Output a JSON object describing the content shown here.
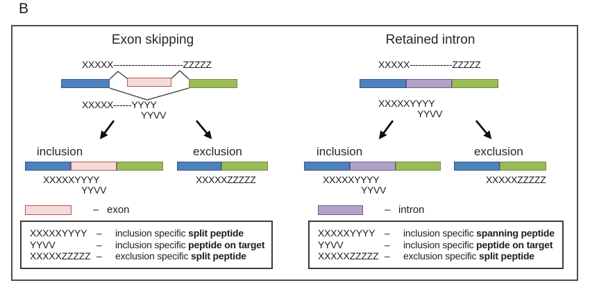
{
  "figure_label": "B",
  "colors": {
    "flanking_exon_blue": "#4f81bd",
    "flanking_exon_blue_border": "#36598c",
    "alternative_exon_pink": "#f2dcdb",
    "alternative_exon_pink_border": "#c0504d",
    "flanking_exon_green": "#9bbb59",
    "flanking_exon_green_border": "#71893f",
    "intron_purple": "#b2a2c7",
    "intron_purple_border": "#6e5a92",
    "line_color": "#3d3d3d",
    "arrow_color": "#0d0d0d"
  },
  "panels": [
    {
      "title": "Exon skipping",
      "pre_mrna": "XXXXX-----------------------ZZZZZ",
      "splice_line1": "XXXXX------YYYY",
      "splice_line2": "YYVV",
      "inclusion_label": "inclusion",
      "inclusion_line1": "XXXXXYYYY",
      "inclusion_line2": "YYVV",
      "exclusion_label": "exclusion",
      "exclusion_line1": "XXXXXZZZZZ",
      "feature_dash": "–",
      "feature_label": "exon",
      "legend": [
        {
          "code": "XXXXXYYYY",
          "dash": "–",
          "prefix": "inclusion specific ",
          "bold": "split peptide"
        },
        {
          "code": "YYVV",
          "dash": "–",
          "prefix": "inclusion specific ",
          "bold": "peptide on target"
        },
        {
          "code": "XXXXXZZZZZ",
          "dash": "–",
          "prefix": "exclusion specific ",
          "bold": "split peptide"
        }
      ]
    },
    {
      "title": "Retained intron",
      "pre_mrna": "XXXXX--------------ZZZZZ",
      "splice_line1": "XXXXXYYYY",
      "splice_line2": "YYVV",
      "inclusion_label": "inclusion",
      "inclusion_line1": "XXXXXYYYY",
      "inclusion_line2": "YYVV",
      "exclusion_label": "exclusion",
      "exclusion_line1": "XXXXXZZZZZ",
      "feature_dash": "–",
      "feature_label": "intron",
      "legend": [
        {
          "code": "XXXXXYYYY",
          "dash": "–",
          "prefix": "inclusion specific ",
          "bold": "spanning peptide"
        },
        {
          "code": "YYVV",
          "dash": "–",
          "prefix": "inclusion specific ",
          "bold": "peptide on target"
        },
        {
          "code": "XXXXXZZZZZ",
          "dash": "–",
          "prefix": "exclusion specific ",
          "bold": "split peptide"
        }
      ]
    }
  ]
}
